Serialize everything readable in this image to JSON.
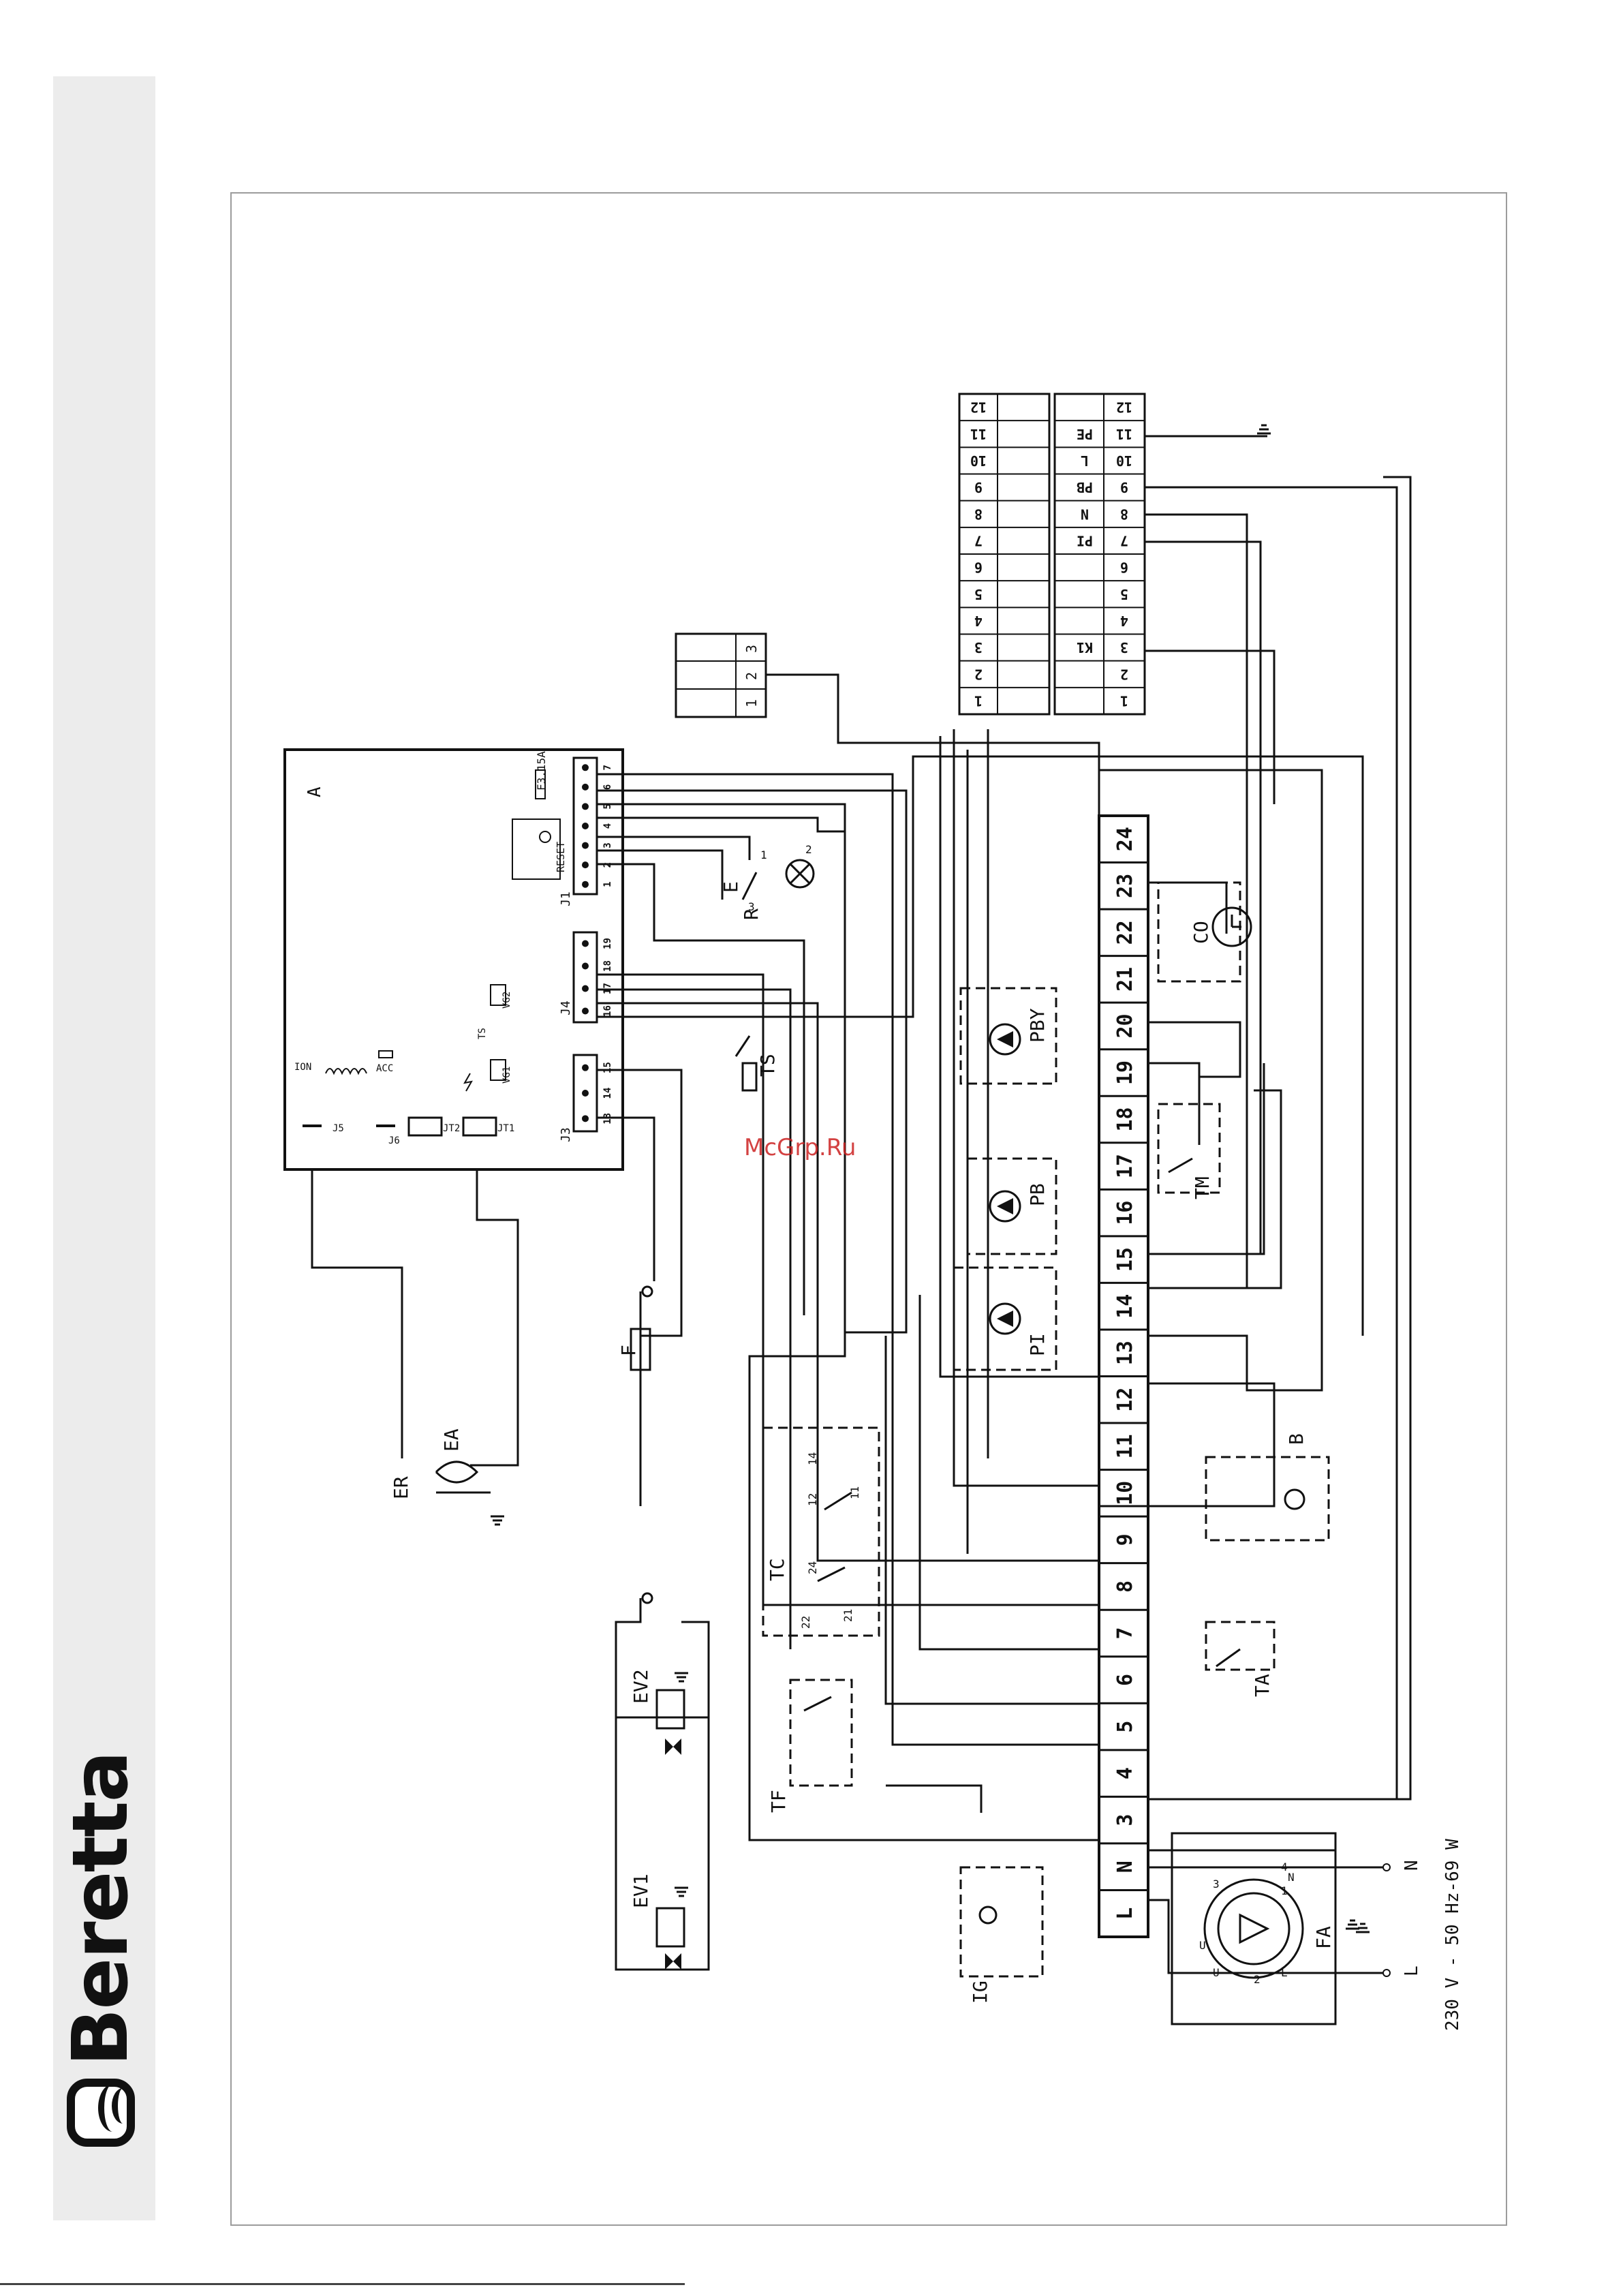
{
  "brand": {
    "name": "Beretta"
  },
  "watermark": "McGrp.Ru",
  "supply": {
    "rating": "230 V - 50 Hz-69 W",
    "line_label": "L",
    "neutral_label": "N"
  },
  "control_board": {
    "label": "A",
    "fuse": "F3.15A",
    "connectors": [
      "J1",
      "J3",
      "J4",
      "J5",
      "J6"
    ],
    "jumpers": [
      "JT1",
      "JT2"
    ],
    "ion": "ION",
    "acc": "ACC",
    "reset": "RESET",
    "valve_coils": [
      "VG1",
      "VG2"
    ],
    "ts": "TS",
    "j1_pins": [
      "1",
      "2",
      "3",
      "4",
      "5",
      "6",
      "7"
    ],
    "j4_pins": [
      "16",
      "17",
      "18",
      "19"
    ],
    "j3_pins": [
      "13",
      "14",
      "15"
    ]
  },
  "terminal_strip": [
    "L",
    "N",
    "3",
    "4",
    "5",
    "6",
    "7",
    "8",
    "9",
    "10",
    "11",
    "12",
    "13",
    "14",
    "15",
    "16",
    "17",
    "18",
    "19",
    "20",
    "21",
    "22",
    "23",
    "24"
  ],
  "component_labels": [
    "ER",
    "EA",
    "F",
    "EV2",
    "EV1",
    "TC",
    "TF",
    "IG",
    "FA",
    "TA",
    "B",
    "TM",
    "PI",
    "PB",
    "PBY",
    "CO",
    "E",
    "R",
    "TS"
  ],
  "fan_pins": [
    "1",
    "2",
    "3",
    "4",
    "N",
    "L",
    "U",
    "U"
  ],
  "tc_contacts": [
    "12",
    "14",
    "11",
    "24",
    "22",
    "21"
  ],
  "ignition_labels": [
    "E",
    "R",
    "1",
    "2",
    "3"
  ],
  "block_small": [
    "1",
    "2",
    "3"
  ],
  "block_right": [
    "1",
    "2",
    "3",
    "4",
    "5",
    "6",
    "7",
    "8",
    "9",
    "10",
    "11",
    "12"
  ],
  "block_right_labels": [
    {
      "pin": "3",
      "label": "K1"
    },
    {
      "pin": "7",
      "label": "PI"
    },
    {
      "pin": "8",
      "label": "N"
    },
    {
      "pin": "9",
      "label": "PB"
    },
    {
      "pin": "10",
      "label": "L"
    },
    {
      "pin": "11",
      "label": "PE"
    }
  ],
  "supply_terminal_labels": [
    "L",
    "N"
  ],
  "neutral_mark": "N"
}
